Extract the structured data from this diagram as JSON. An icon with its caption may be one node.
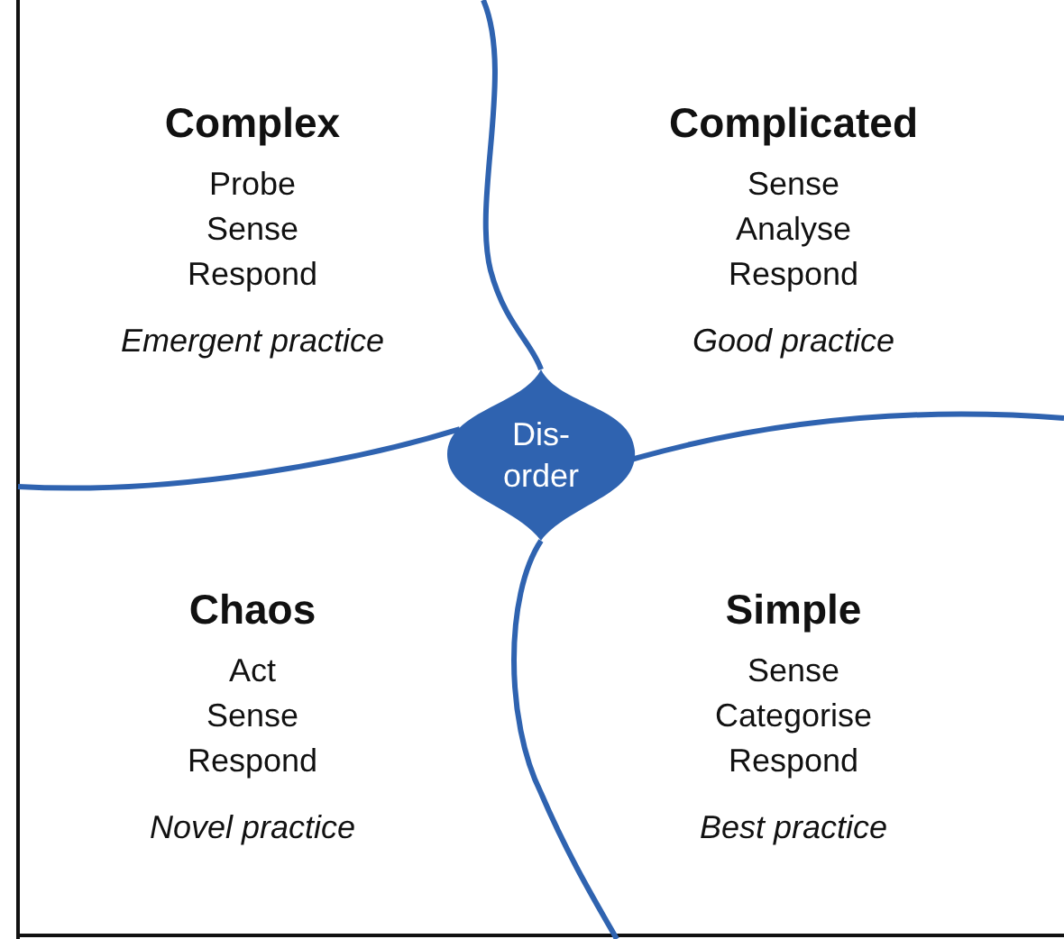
{
  "diagram": {
    "nodes": [
      {
        "text": [
          "Complex",
          "Probe Sense Respond",
          "Emergent practice"
        ]
      },
      {
        "text": [
          "Complicated",
          "Sense Analyse Respond",
          "Good practice"
        ]
      },
      {
        "text": [
          "Chaos",
          "Act Sense Respond",
          "Novel practice"
        ]
      },
      {
        "text": [
          "Simple",
          "Sense Categorise Respond",
          "Best practice"
        ]
      },
      {
        "text": [
          "Dis- order"
        ]
      }
    ],
    "edges": []
  }
}
